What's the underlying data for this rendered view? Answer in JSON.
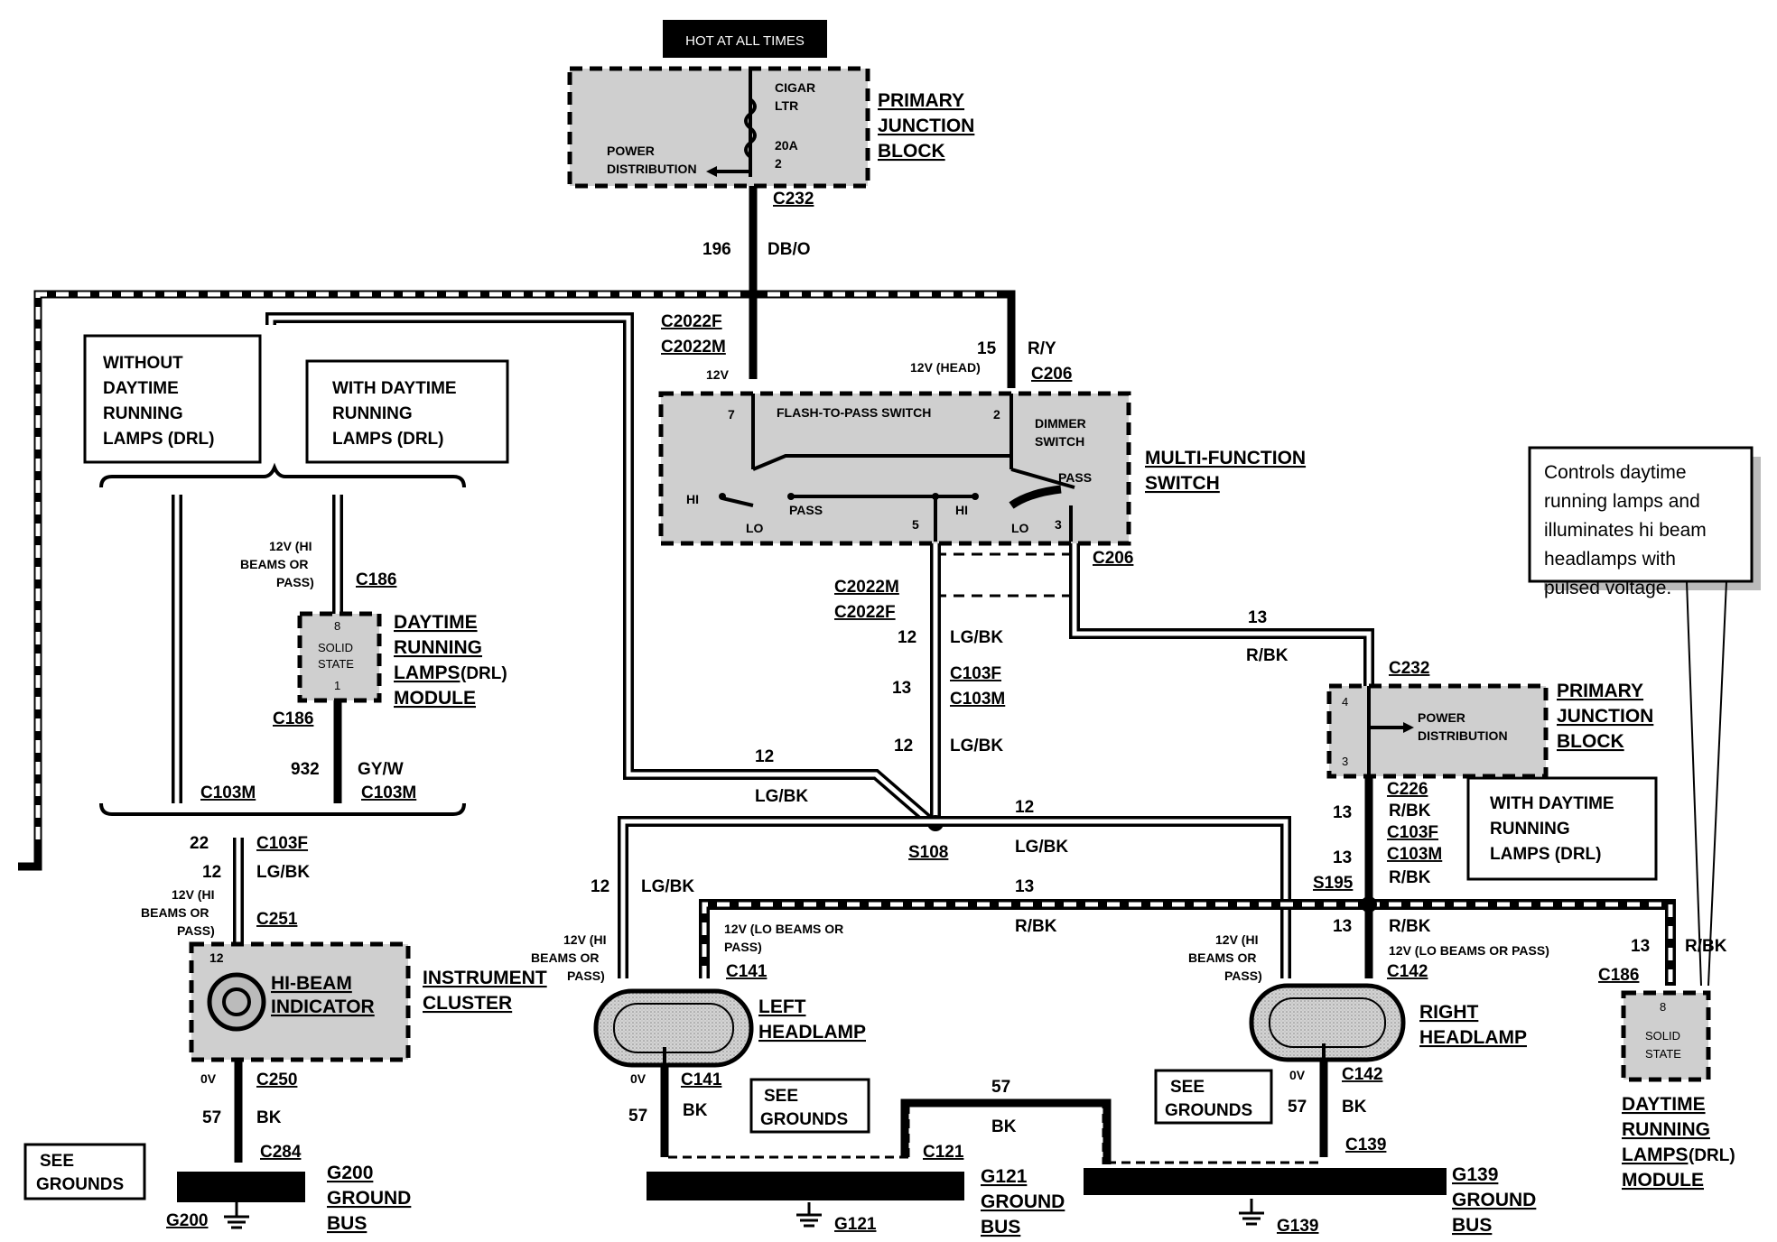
{
  "header": {
    "hot_label": "HOT AT ALL TIMES"
  },
  "pjb_top": {
    "title_1": "PRIMARY",
    "title_2": "JUNCTION",
    "title_3": "BLOCK",
    "cigar_1": "CIGAR",
    "cigar_2": "LTR",
    "fuse_amp": "20A",
    "fuse_no": "2",
    "power_1": "POWER",
    "power_2": "DISTRIBUTION",
    "conn": "C232"
  },
  "feed": {
    "circuit": "196",
    "color": "DB/O"
  },
  "mfs": {
    "c_f": "C2022F",
    "c_m": "C2022M",
    "v12": "12V",
    "v12head": "12V (HEAD)",
    "circ15": "15",
    "col15": "R/Y",
    "c206_top": "C206",
    "flash": "FLASH-TO-PASS SWITCH",
    "dimmer_1": "DIMMER",
    "dimmer_2": "SWITCH",
    "pass_r": "PASS",
    "hi_l": "HI",
    "lo_l": "LO",
    "pass_m": "PASS",
    "hi_m": "HI",
    "lo_r": "LO",
    "pin7": "7",
    "pin2": "2",
    "pin5": "5",
    "pin3": "3",
    "title_1": "MULTI-FUNCTION",
    "title_2": "SWITCH",
    "c206_bot": "C206",
    "c2022m_bot": "C2022M",
    "c2022f_bot": "C2022F"
  },
  "left_boxes": {
    "without_1": "WITHOUT",
    "without_2": "DAYTIME",
    "without_3": "RUNNING",
    "without_4": "LAMPS (DRL)",
    "with_1": "WITH DAYTIME",
    "with_2": "RUNNING",
    "with_3": "LAMPS (DRL)"
  },
  "drl_left": {
    "v_1": "12V (HI",
    "v_2": "BEAMS OR",
    "v_3": "PASS)",
    "c186_top": "C186",
    "pin8": "8",
    "solid": "SOLID",
    "state": "STATE",
    "pin1": "1",
    "t1": "DAYTIME",
    "t2": "RUNNING",
    "t3": "LAMPS",
    "t3b": "(DRL)",
    "t4": "MODULE",
    "c186_bot": "C186",
    "circ": "932",
    "col": "GY/W",
    "c103m_a": "C103M",
    "c103m_b": "C103M"
  },
  "cluster": {
    "circ22": "22",
    "c103f": "C103F",
    "circ12": "12",
    "col": "LG/BK",
    "v_1": "12V (HI",
    "v_2": "BEAMS OR",
    "v_3": "PASS)",
    "c251": "C251",
    "pin12": "12",
    "ind_1": "HI-BEAM",
    "ind_2": "INDICATOR",
    "t1": "INSTRUMENT",
    "t2": "CLUSTER",
    "ov": "0V",
    "c250": "C250",
    "circ57": "57",
    "col57": "BK",
    "c284": "C284",
    "see_1": "SEE",
    "see_2": "GROUNDS",
    "g_1": "G200",
    "g_2": "GROUND",
    "g_3": "BUS",
    "g200": "G200"
  },
  "center": {
    "c12": "12",
    "lgbk": "LG/BK",
    "c103f": "C103F",
    "c103m": "C103M",
    "c13": "13",
    "c12b": "12",
    "lgbk_b": "LG/BK",
    "w12": "12",
    "w_lgbk": "LG/BK",
    "s108": "S108",
    "r12": "12",
    "r_lgbk": "LG/BK",
    "r13": "13",
    "r_rbk": "R/BK",
    "top13": "13",
    "top_rbk": "R/BK"
  },
  "left_lamp": {
    "circ12": "12",
    "col12": "LG/BK",
    "v_hi_1": "12V (HI",
    "v_hi_2": "BEAMS OR",
    "v_hi_3": "PASS)",
    "v_lo_1": "12V (LO BEAMS OR",
    "v_lo_2": "PASS)",
    "c141": "C141",
    "t1": "LEFT",
    "t2": "HEADLAMP",
    "ov": "0V",
    "c141b": "C141",
    "circ57": "57",
    "col57": "BK",
    "see_1": "SEE",
    "see_2": "GROUNDS",
    "c121": "C121",
    "g_1": "G121",
    "g_2": "GROUND",
    "g_3": "BUS",
    "g121": "G121",
    "bridge57": "57",
    "bridge_bk": "BK"
  },
  "right_lamp": {
    "v_hi_1": "12V (HI",
    "v_hi_2": "BEAMS OR",
    "v_hi_3": "PASS)",
    "c142": "C142",
    "t1": "RIGHT",
    "t2": "HEADLAMP",
    "see_1": "SEE",
    "see_2": "GROUNDS",
    "ov": "0V",
    "c142b": "C142",
    "circ57": "57",
    "col57": "BK",
    "c139": "C139",
    "g_1": "G139",
    "g_2": "GROUND",
    "g_3": "BUS",
    "g139": "G139"
  },
  "pjb_right": {
    "c232": "C232",
    "pin4": "4",
    "pin3": "3",
    "power_1": "POWER",
    "power_2": "DISTRIBUTION",
    "t1": "PRIMARY",
    "t2": "JUNCTION",
    "t3": "BLOCK",
    "c226": "C226",
    "circ13": "13",
    "rbk": "R/BK",
    "c103f": "C103F",
    "c103m": "C103M",
    "circ13b": "13",
    "rbk_b": "R/BK",
    "s195": "S195",
    "circ13c": "13",
    "rbk_c": "R/BK",
    "v_lo": "12V (LO BEAMS OR PASS)",
    "c142": "C142"
  },
  "drl_right": {
    "with_1": "WITH DAYTIME",
    "with_2": "RUNNING",
    "with_3": "LAMPS (DRL)",
    "circ13": "13",
    "rbk": "R/BK",
    "c186": "C186",
    "pin8": "8",
    "solid": "SOLID",
    "state": "STATE",
    "t1": "DAYTIME",
    "t2": "RUNNING",
    "t3": "LAMPS",
    "t3b": "(DRL)",
    "t4": "MODULE",
    "note_1": "Controls daytime",
    "note_2": "running lamps and",
    "note_3": "illuminates hi beam",
    "note_4": "headlamps with",
    "note_5": "pulsed voltage."
  }
}
